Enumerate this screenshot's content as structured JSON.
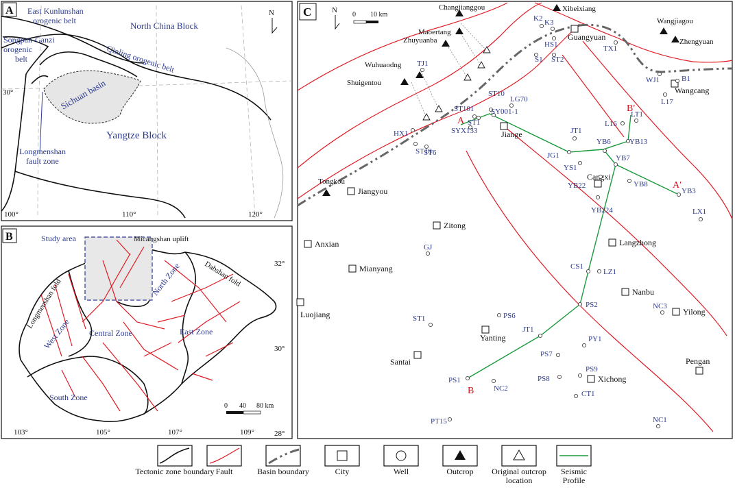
{
  "panels": {
    "A": {
      "label": "A",
      "regions": [
        "East Kunlunshan",
        "orogenic belt",
        "North China Block",
        "Songpan-Ganzi",
        "orogenic",
        "belt",
        "Qinling orogenic belt",
        "Sichuan basin",
        "Longmenshan",
        "fault zone",
        "Yangtze Block"
      ],
      "lat_labels": [
        "30°"
      ],
      "lon_labels": [
        "100°",
        "110°",
        "120°"
      ],
      "north": "N"
    },
    "B": {
      "label": "B",
      "zones": [
        "Study area",
        "Micangshan uplift",
        "Dabshan fold",
        "North Zone",
        "Longmenshan fold",
        "West Zone",
        "Central Zone",
        "East Zone",
        "South Zone"
      ],
      "lat_labels": [
        "32°",
        "30°",
        "28°"
      ],
      "lon_labels": [
        "103°",
        "105°",
        "107°",
        "109°"
      ],
      "scale": [
        "0",
        "40",
        "80 km"
      ]
    },
    "C": {
      "label": "C",
      "north": "N",
      "scale": [
        "0",
        "10 km"
      ],
      "outcrops": [
        "Changjianggou",
        "Xibeixiang",
        "Maoertang",
        "Zhuyuanba",
        "Wangjiagou",
        "Zhengyuan",
        "Wuhuaodng",
        "Shuigentou",
        "Tongkou"
      ],
      "cities": [
        "Guangyuan",
        "Wangcang",
        "Jiange",
        "Jiangyou",
        "Cangxi",
        "Zitong",
        "Anxian",
        "Langzhong",
        "Mianyang",
        "Nanbu",
        "Luojiang",
        "Yilong",
        "Yanting",
        "Santai",
        "Xichong",
        "Pengan"
      ],
      "wells": [
        "K2",
        "K3",
        "HS1",
        "TX1",
        "S1",
        "ST2",
        "TJ1",
        "WJ1",
        "B1",
        "L17",
        "ST101",
        "ST10",
        "LG70",
        "SY001-1",
        "ST1",
        "SYX133",
        "HX1",
        "ST18",
        "ST6",
        "L16",
        "LT1",
        "JT1",
        "YB13",
        "YB6",
        "JG1",
        "YS1",
        "YB7",
        "YB22",
        "YB8",
        "YB3",
        "YB224",
        "LX1",
        "GJ",
        "CS1",
        "LZ1",
        "NC3",
        "PS2",
        "PS6",
        "ST1",
        "JT1",
        "PY1",
        "PS7",
        "PS9",
        "PS8",
        "CT1",
        "PS1",
        "NC2",
        "PT15",
        "NC1"
      ],
      "profile_ends": [
        "A",
        "A′",
        "B",
        "B′"
      ]
    }
  },
  "legend": [
    {
      "label": "Tectonic zone boundary"
    },
    {
      "label": "Fault"
    },
    {
      "label": "Basin boundary"
    },
    {
      "label": "City"
    },
    {
      "label": "Well"
    },
    {
      "label": "Outcrop"
    },
    {
      "label": "Original outcrop location"
    },
    {
      "label": "Seismic Profile"
    }
  ],
  "colors": {
    "fault": "#e01b24",
    "seismic": "#1a9a3c",
    "label_blue": "#2b3990",
    "basin": "#e8e8e8"
  }
}
